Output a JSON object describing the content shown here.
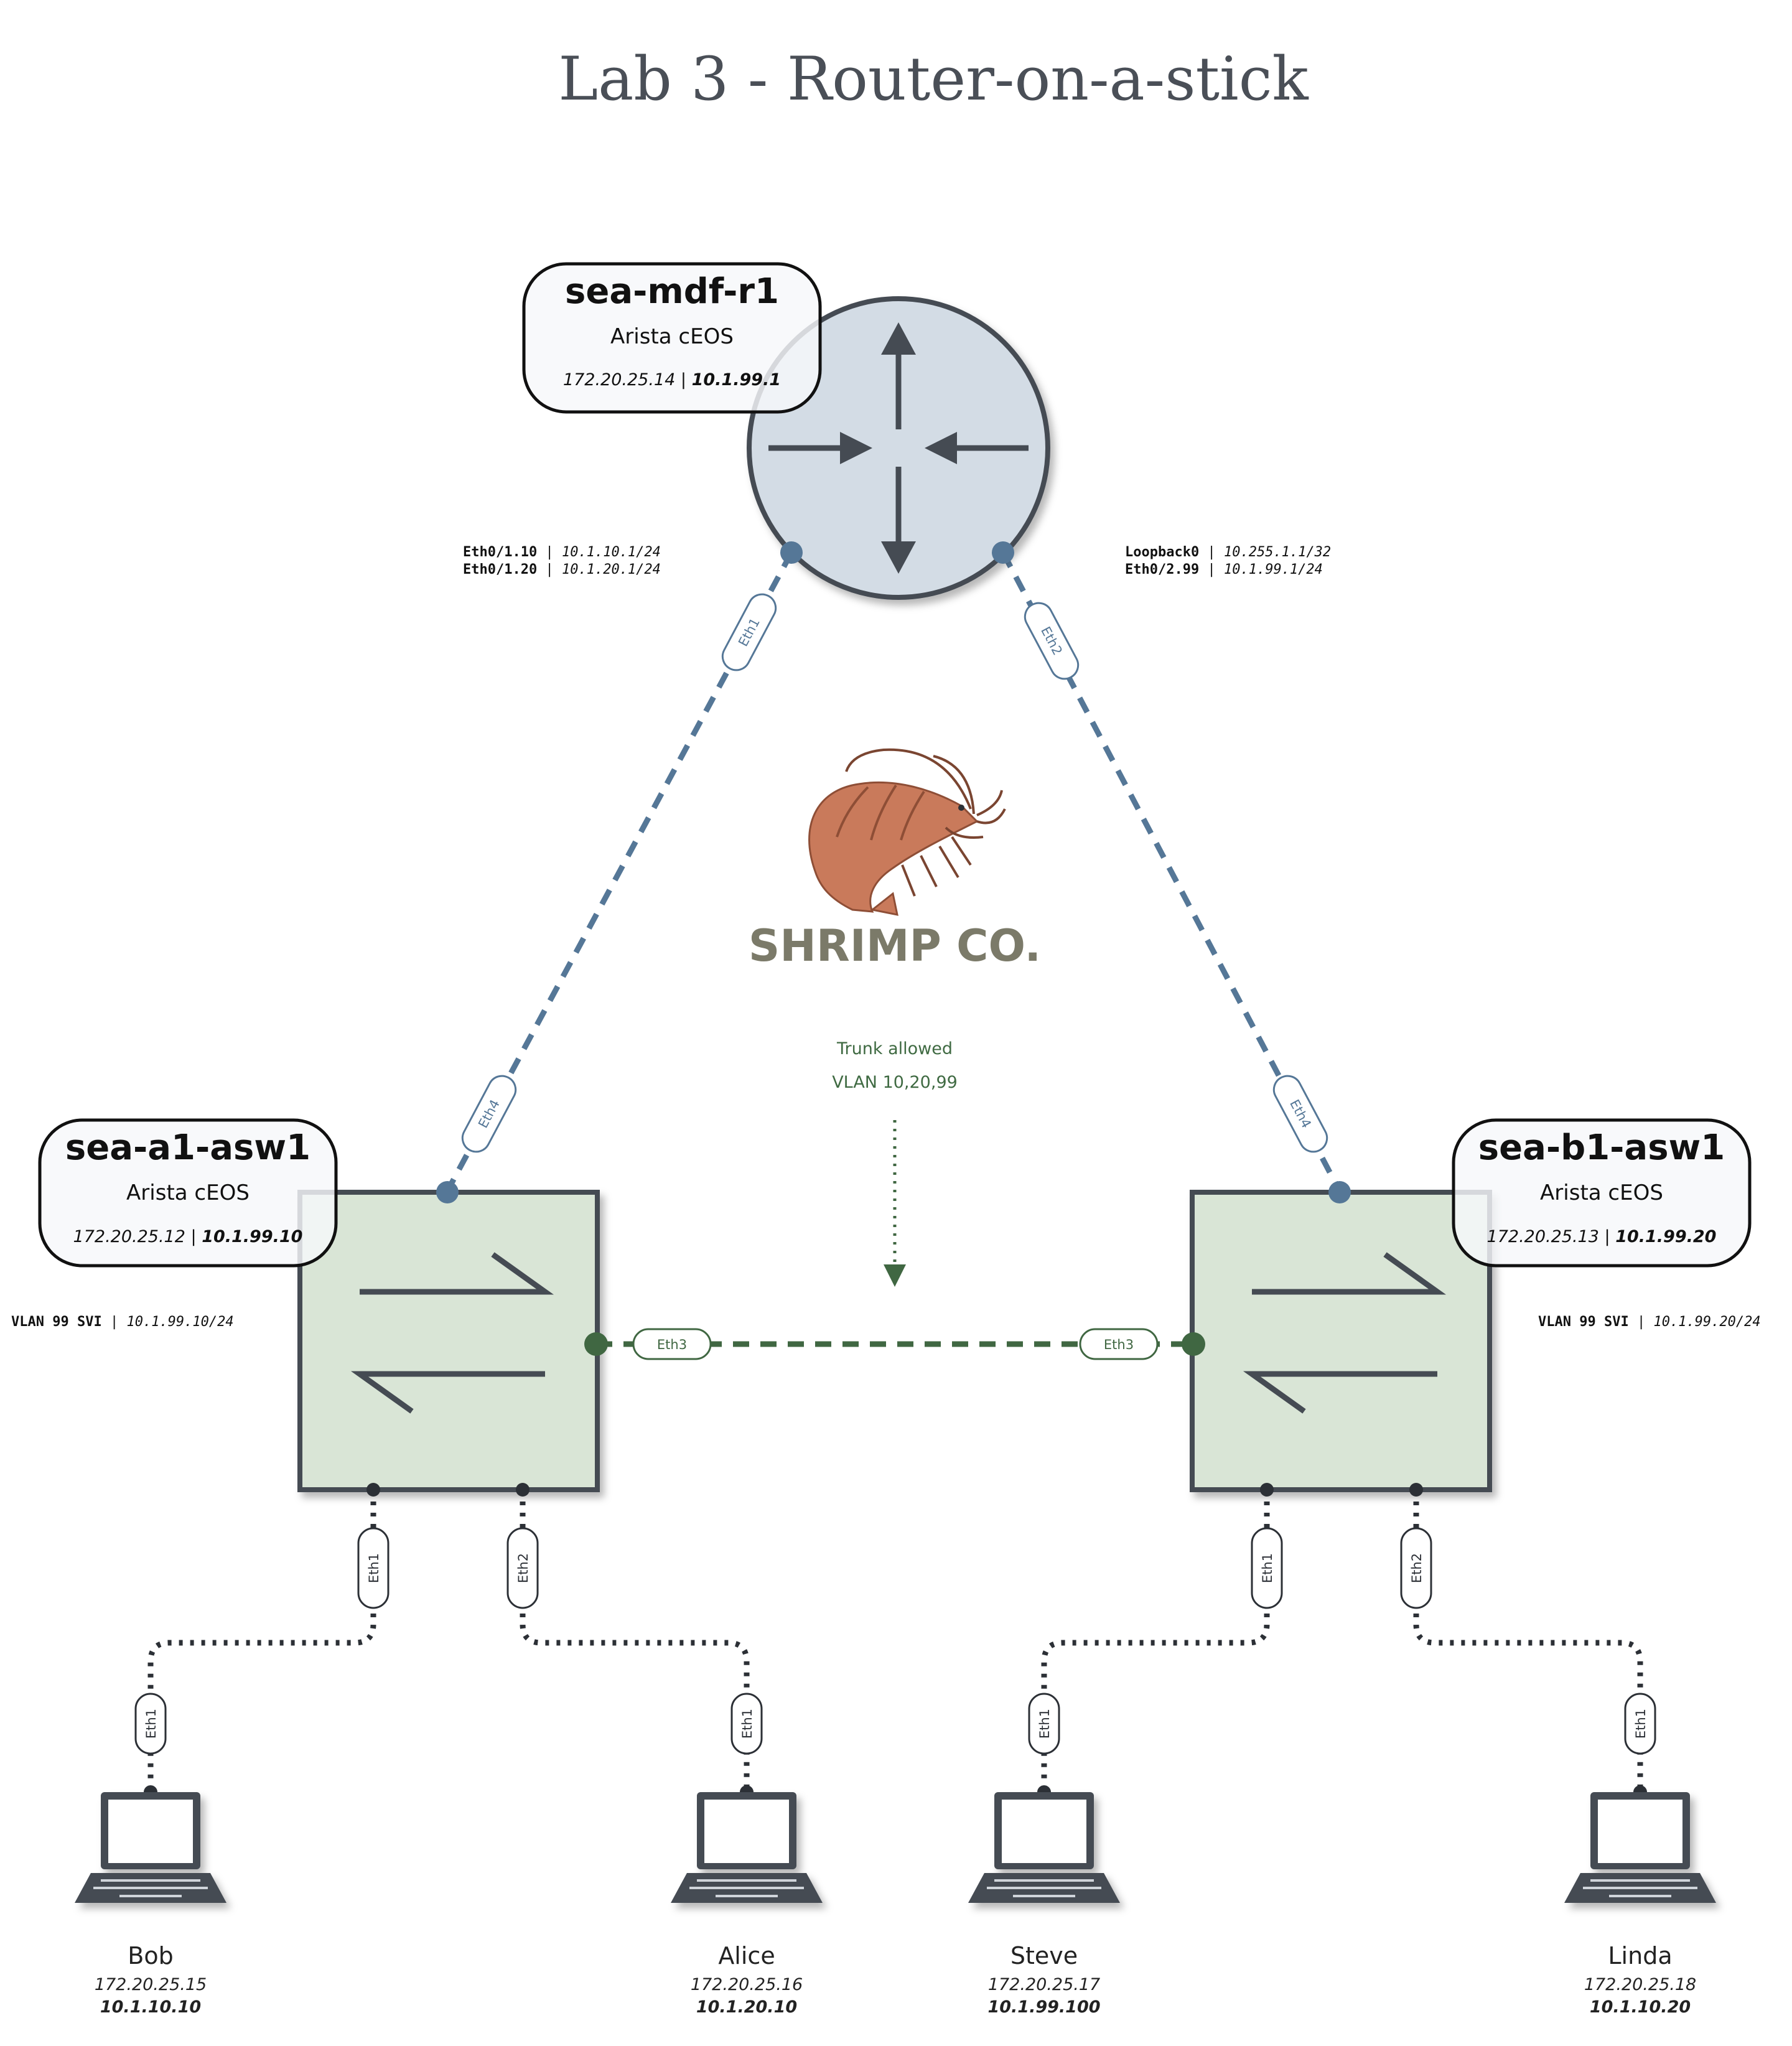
{
  "title": "Lab 3 - Router-on-a-stick",
  "colors": {
    "router_fill": "#d3dce5",
    "switch_fill": "#d9e5d6",
    "device_stroke": "#454b53",
    "uplink_link": "#557797",
    "trunk_link": "#406742",
    "access_link": "#2c3036",
    "shrimp": "#c97a5b",
    "brand_text": "#7b7a69"
  },
  "router": {
    "icon": "router-icon",
    "name": "sea-mdf-r1",
    "type": "Arista cEOS",
    "mgmt_ip": "172.20.25.14",
    "sep": "|",
    "loop_ip": "10.1.99.1",
    "ports": {
      "left": "Eth1",
      "right": "Eth2"
    },
    "left_if": [
      {
        "name": "Eth0/1.10",
        "ip": "10.1.10.1/24"
      },
      {
        "name": "Eth0/1.20",
        "ip": "10.1.20.1/24"
      }
    ],
    "right_if": [
      {
        "name": "Loopback0",
        "ip": "10.255.1.1/32"
      },
      {
        "name": "Eth0/2.99",
        "ip": "10.1.99.1/24"
      }
    ]
  },
  "switch_a": {
    "icon": "switch-icon",
    "name": "sea-a1-asw1",
    "type": "Arista cEOS",
    "mgmt_ip": "172.20.25.12",
    "sep": "|",
    "svi_ip": "10.1.99.10",
    "svi": {
      "name": "VLAN 99 SVI",
      "ip": "10.1.99.10/24"
    },
    "ports": {
      "uplink": "Eth4",
      "trunk": "Eth3",
      "down1": "Eth1",
      "down2": "Eth2"
    }
  },
  "switch_b": {
    "icon": "switch-icon",
    "name": "sea-b1-asw1",
    "type": "Arista cEOS",
    "mgmt_ip": "172.20.25.13",
    "sep": "|",
    "svi_ip": "10.1.99.20",
    "svi": {
      "name": "VLAN 99 SVI",
      "ip": "10.1.99.20/24"
    },
    "ports": {
      "uplink": "Eth4",
      "trunk": "Eth3",
      "down1": "Eth1",
      "down2": "Eth2"
    }
  },
  "trunk_note": {
    "line1": "Trunk allowed",
    "line2": "VLAN 10,20,99"
  },
  "logo": {
    "icon": "shrimp-icon",
    "text": "SHRIMP CO."
  },
  "if_sep": "|",
  "hosts": [
    {
      "icon": "laptop-icon",
      "name": "Bob",
      "mgmt_ip": "172.20.25.15",
      "ip": "10.1.10.10",
      "port": "Eth1"
    },
    {
      "icon": "laptop-icon",
      "name": "Alice",
      "mgmt_ip": "172.20.25.16",
      "ip": "10.1.20.10",
      "port": "Eth1"
    },
    {
      "icon": "laptop-icon",
      "name": "Steve",
      "mgmt_ip": "172.20.25.17",
      "ip": "10.1.99.100",
      "port": "Eth1"
    },
    {
      "icon": "laptop-icon",
      "name": "Linda",
      "mgmt_ip": "172.20.25.18",
      "ip": "10.1.10.20",
      "port": "Eth1"
    }
  ]
}
